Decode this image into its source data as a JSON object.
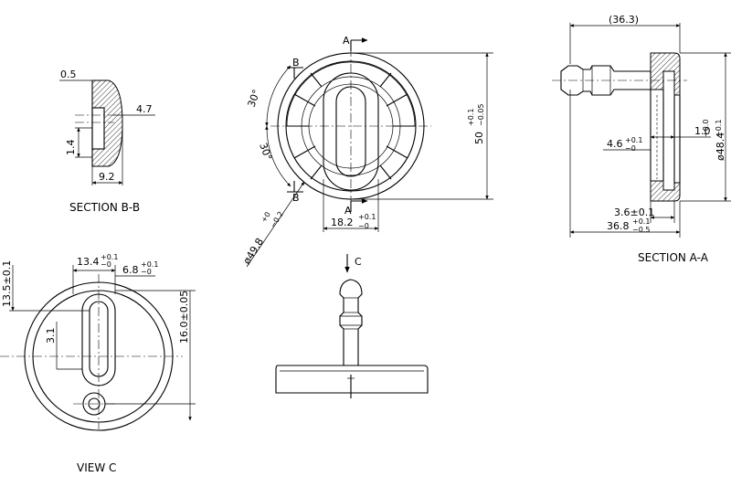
{
  "views": {
    "section_bb": {
      "title": "SECTION  B-B",
      "dim_top": "0.5",
      "dim_right": "4.7",
      "dim_left": "1.4",
      "dim_bottom": "9.2"
    },
    "section_aa": {
      "title": "SECTION  A-A",
      "dim_top": "(36.3)",
      "dim_dia_main": "ø48.4",
      "dim_dia_tol_upper": "+0.0",
      "dim_dia_tol_lower": "−0.1",
      "dim_small": "1.0",
      "dim_hole_main": "4.6",
      "dim_hole_tol_upper": "+0.1",
      "dim_hole_tol_lower": "−0",
      "dim_depth": "3.6±0.1",
      "dim_overall_main": "36.8",
      "dim_overall_tol_upper": "+0.1",
      "dim_overall_tol_lower": "−0.5"
    },
    "front": {
      "label_a_top": "A",
      "label_a_bottom": "A",
      "label_b_top": "B",
      "label_b_bottom": "B",
      "angle_top": "30°",
      "angle_bottom": "30°",
      "dim_height_main": "50",
      "dim_height_tol_upper": "+0.1",
      "dim_height_tol_lower": "−0.05",
      "dim_slot_main": "18.2",
      "dim_slot_tol_upper": "+0.1",
      "dim_slot_tol_lower": "−0",
      "dim_dia_main": "ø49.8",
      "dim_dia_tol_upper": "+0",
      "dim_dia_tol_lower": "−0.2"
    },
    "side": {
      "arrow_label": "C"
    },
    "view_c": {
      "title": "VIEW  C",
      "dim_left": "13.5±0.1",
      "dim_top_a_main": "13.4",
      "dim_top_a_tol_upper": "+0.1",
      "dim_top_a_tol_lower": "−0",
      "dim_top_b_main": "6.8",
      "dim_top_b_tol_upper": "+0.1",
      "dim_top_b_tol_lower": "−0",
      "dim_inner": "3.1",
      "dim_right": "16.0±0.05"
    }
  }
}
